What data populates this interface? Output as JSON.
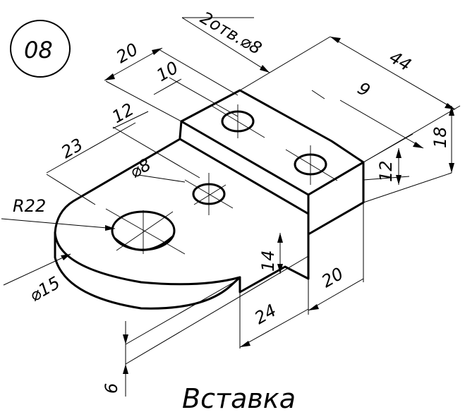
{
  "drawing_number": "08",
  "title": "Вставка",
  "dimensions": {
    "holes_note": "2отв.⌀8",
    "d20_top": "20",
    "d10": "10",
    "d12_left": "12",
    "d23": "23",
    "d8": "⌀8",
    "r22": "R22",
    "d15": "⌀15",
    "d44": "44",
    "d9": "9",
    "d18": "18",
    "d12_right": "12",
    "d14": "14",
    "d20_bottom": "20",
    "d24": "24",
    "d6": "6"
  }
}
